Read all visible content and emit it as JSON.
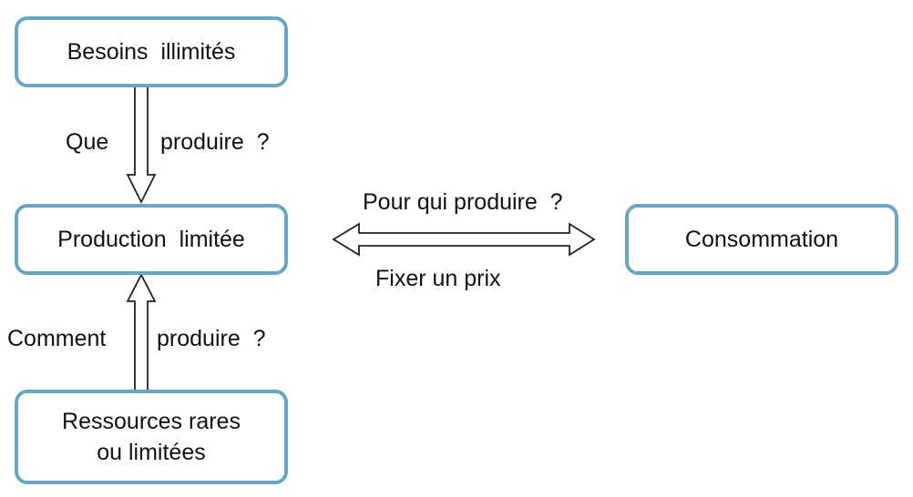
{
  "nodes": {
    "besoins": "Besoins  illimités",
    "production": "Production  limitée",
    "ressources_line1": "Ressources rares",
    "ressources_line2": "ou limitées",
    "consommation": "Consommation"
  },
  "edges": {
    "que": "Que",
    "produire_top": "produire  ?",
    "comment": "Comment",
    "produire_bottom": "produire  ?",
    "pour_qui": "Pour qui produire  ?",
    "fixer_prix": "Fixer un prix"
  },
  "colors": {
    "box_border": "#6aa6bf",
    "arrow_stroke": "#222222"
  }
}
